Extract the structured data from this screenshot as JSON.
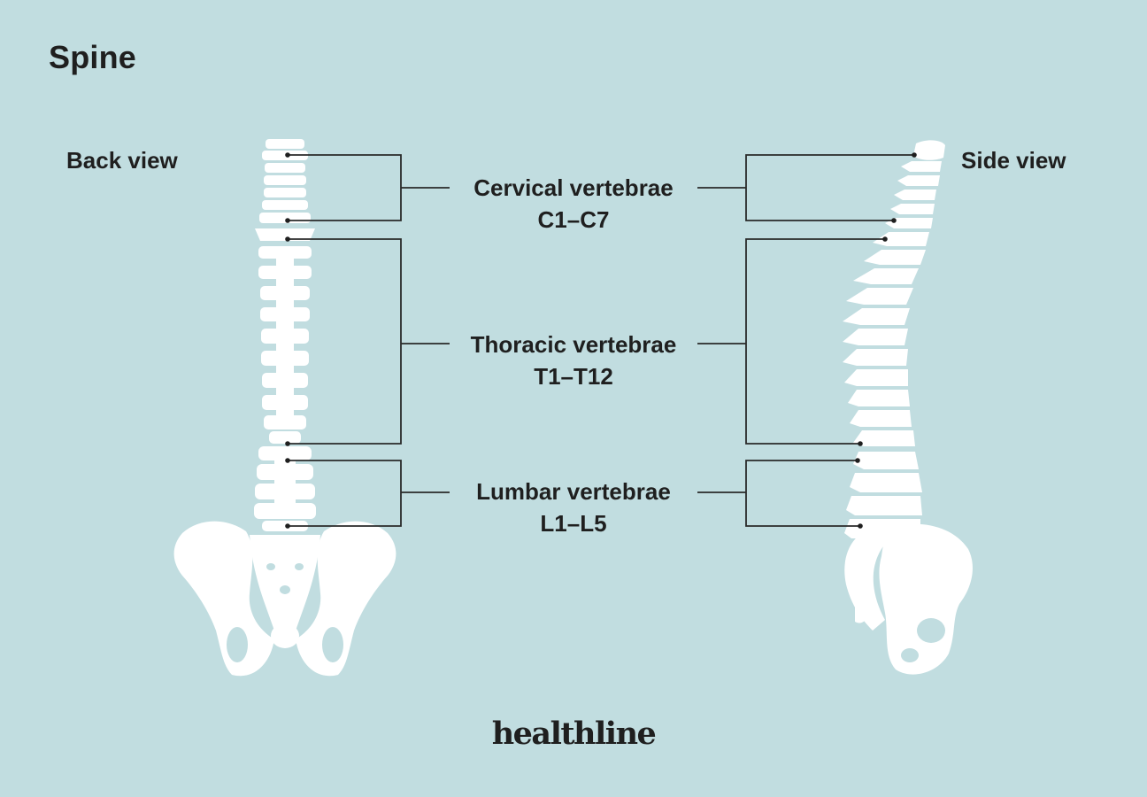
{
  "title": "Spine",
  "views": {
    "back": "Back view",
    "side": "Side view"
  },
  "groups": [
    {
      "name": "Cervical vertebrae",
      "range": "C1–C7"
    },
    {
      "name": "Thoracic vertebrae",
      "range": "T1–T12"
    },
    {
      "name": "Lumbar vertebrae",
      "range": "L1–L5"
    }
  ],
  "brand": "healthline",
  "colors": {
    "background": "#c1dde0",
    "bone": "#ffffff",
    "text": "#1f1f1f",
    "leader_line": "#2a2a2a"
  }
}
